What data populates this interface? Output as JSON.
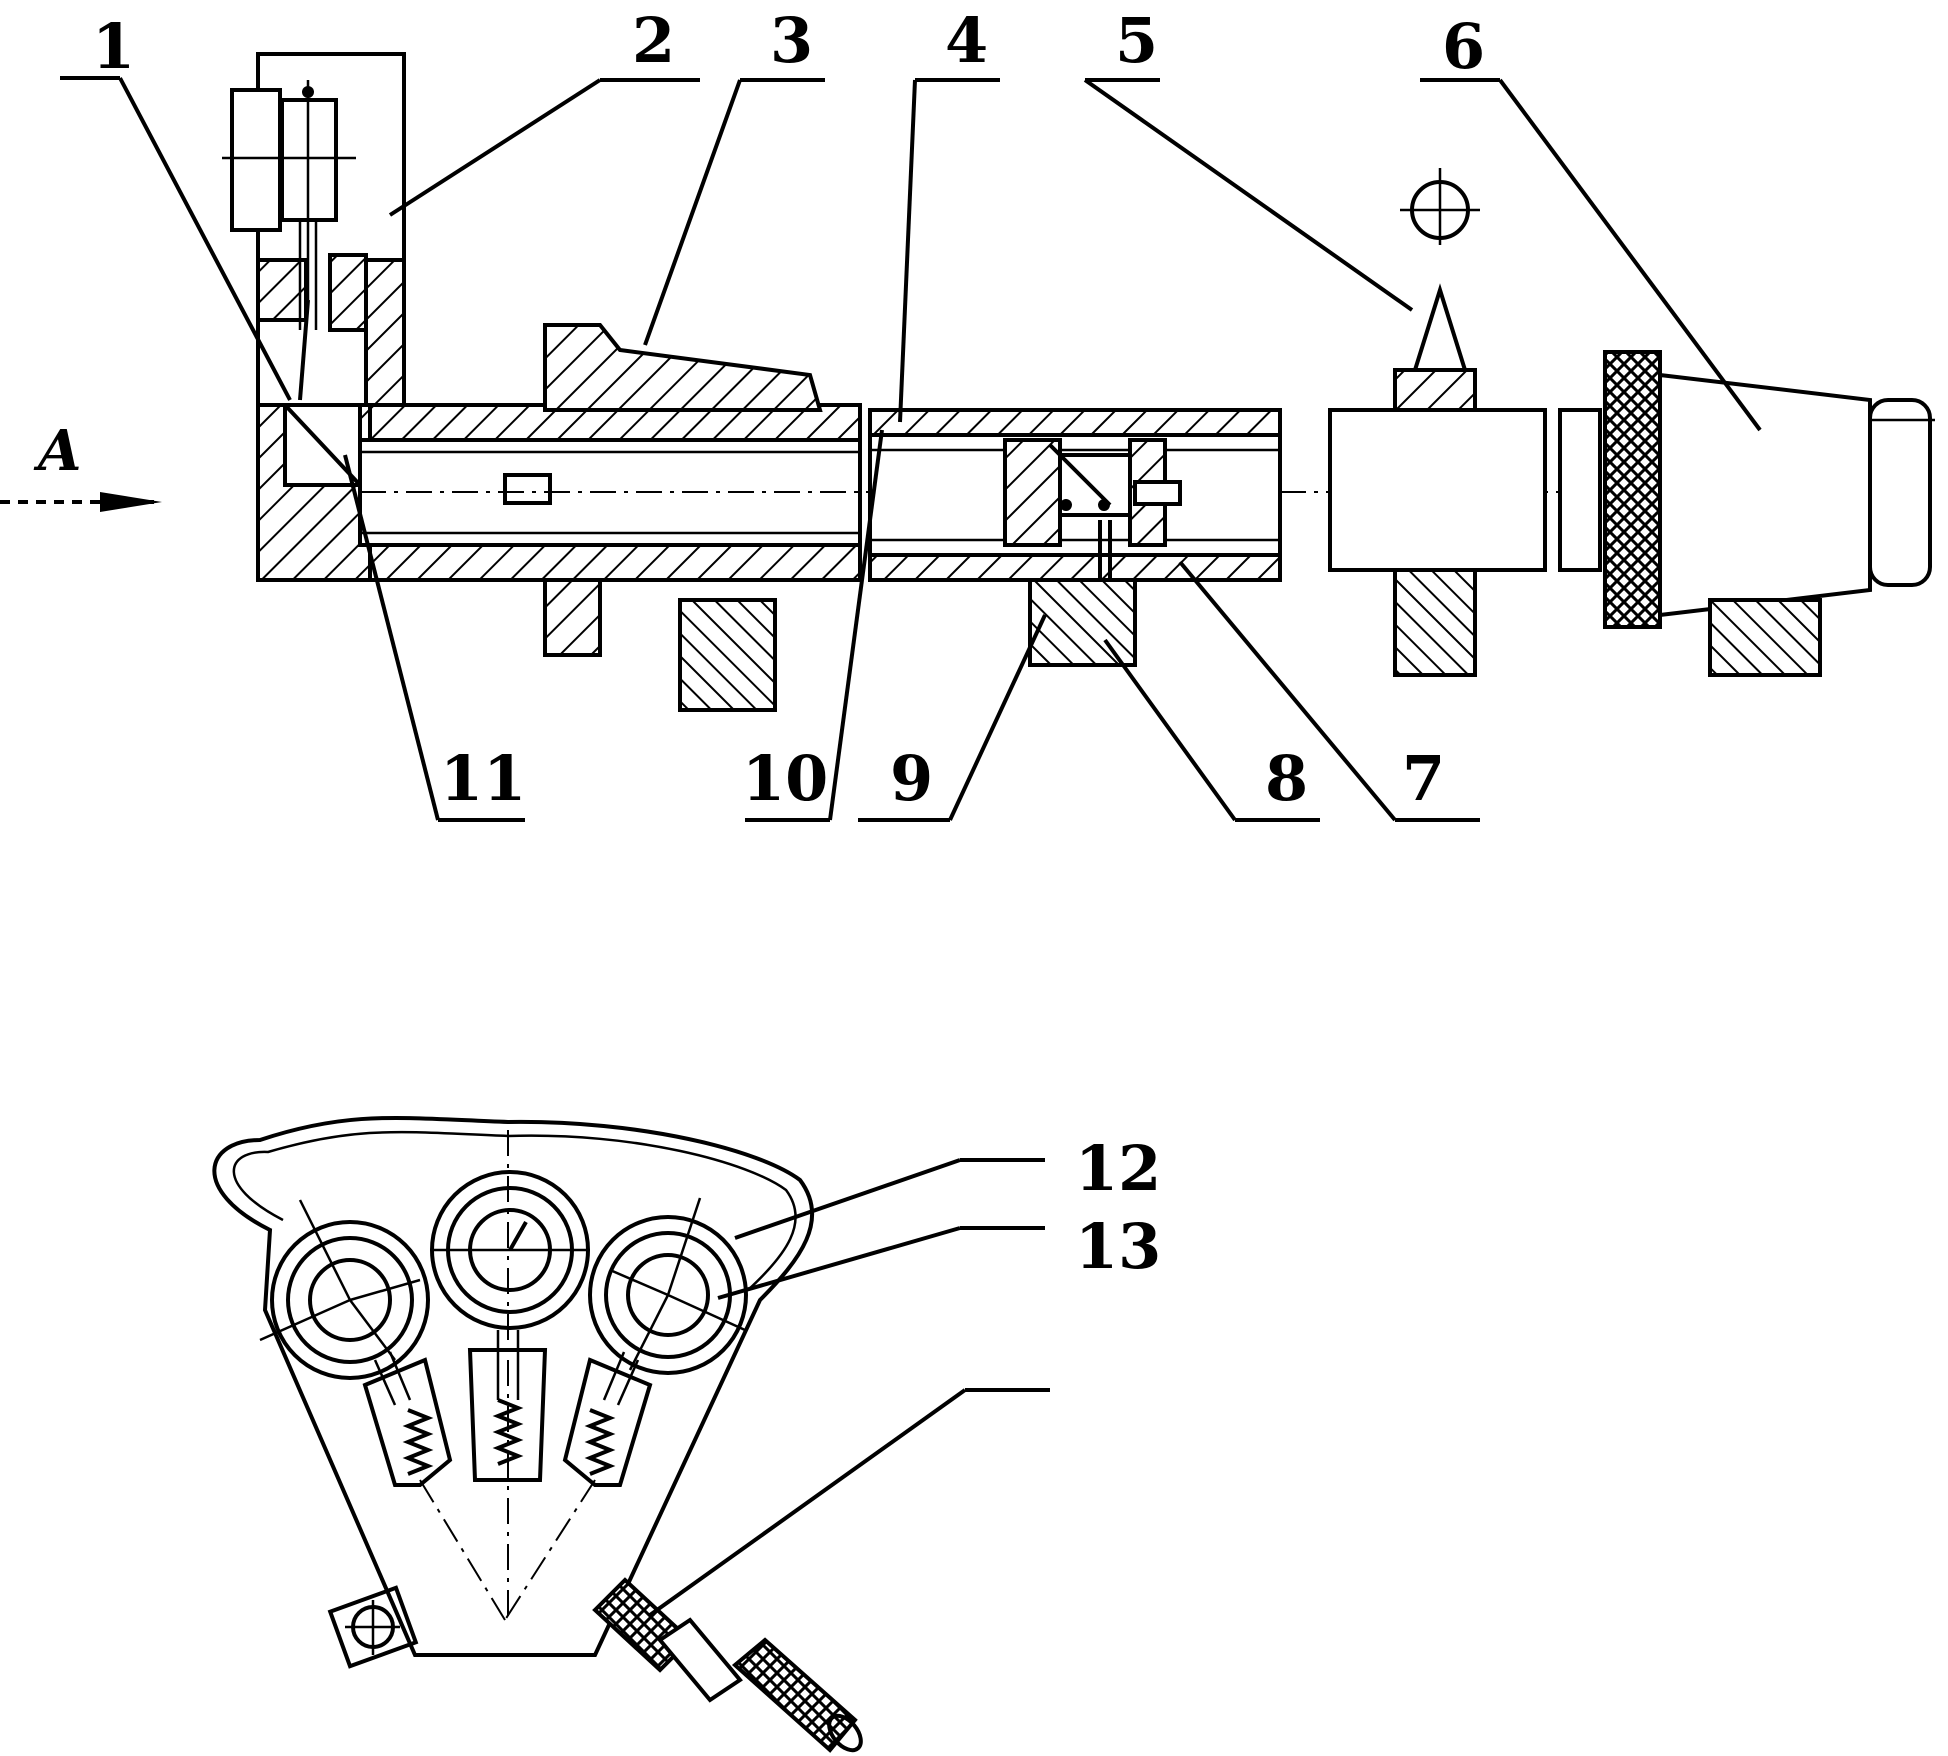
{
  "labels": {
    "l1": "1",
    "l2": "2",
    "l3": "3",
    "l4": "4",
    "l5": "5",
    "l6": "6",
    "l7": "7",
    "l8": "8",
    "l9": "9",
    "l10": "10",
    "l11": "11",
    "l12": "12",
    "l13": "13",
    "view_arrow": "A"
  }
}
